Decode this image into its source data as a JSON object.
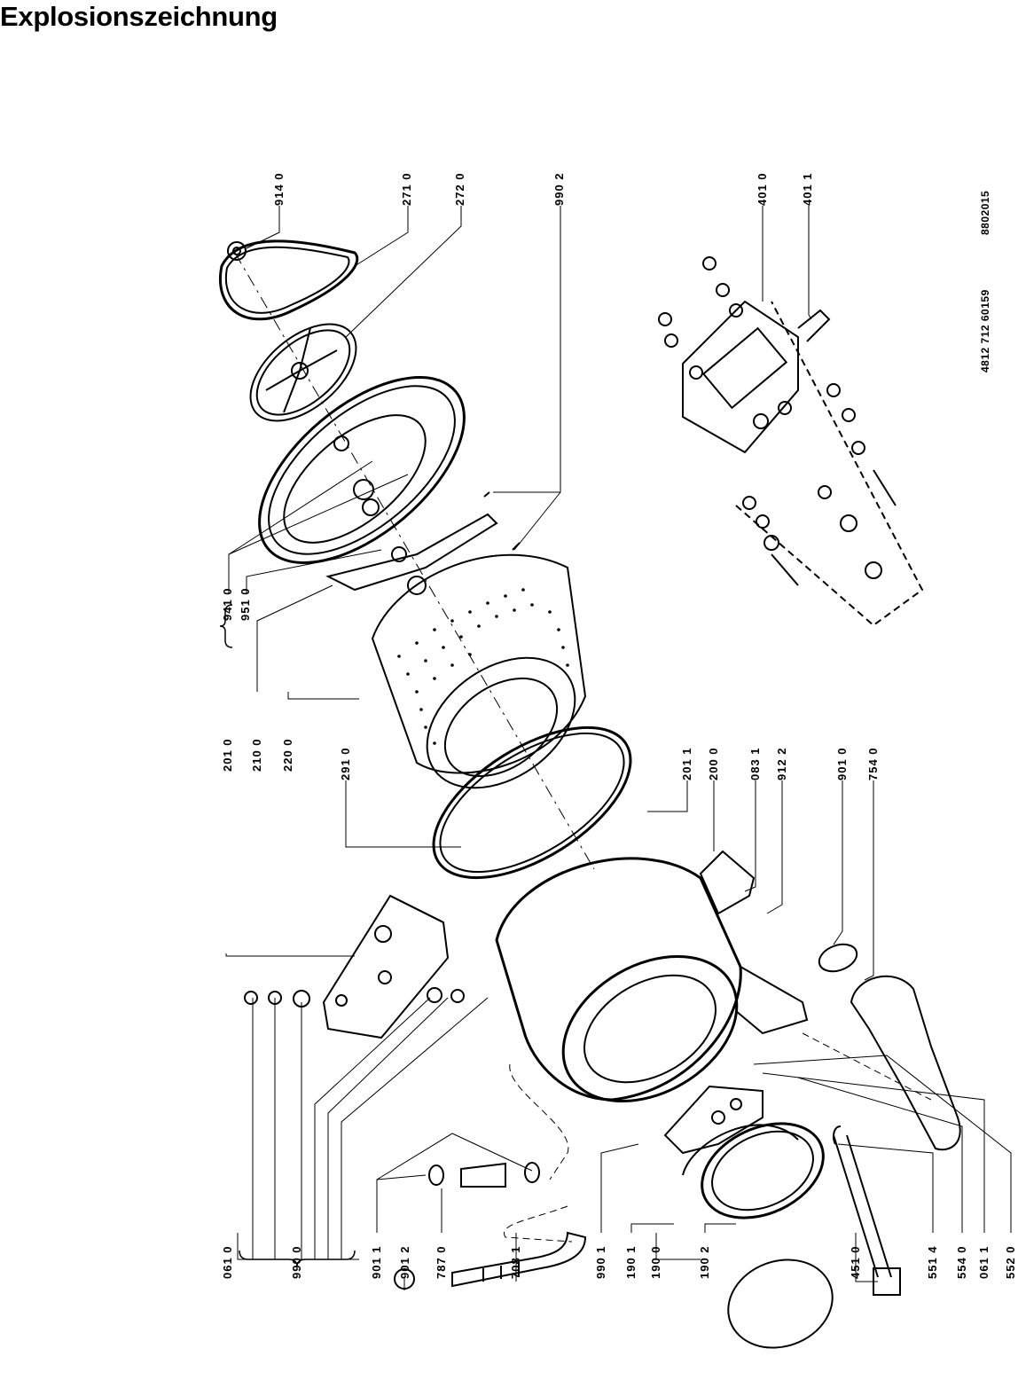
{
  "title": "Explosionszeichnung",
  "document": {
    "part_number": "4812 712 60159",
    "code": "8802015"
  },
  "callouts": [
    "914 0",
    "271 0",
    "272 0",
    "990 2",
    "401 0",
    "401 1",
    "941 0",
    "951 0",
    "201 0",
    "210 0",
    "220 0",
    "291 0",
    "201 1",
    "200 0",
    "083 1",
    "912 2",
    "901 0",
    "754 0",
    "061 0",
    "990 0",
    "901 1",
    "901 2",
    "787 0",
    "708 1",
    "990 1",
    "190 1",
    "190 0",
    "190 2",
    "451 0",
    "551 4",
    "554 0",
    "061 1",
    "552 0"
  ]
}
